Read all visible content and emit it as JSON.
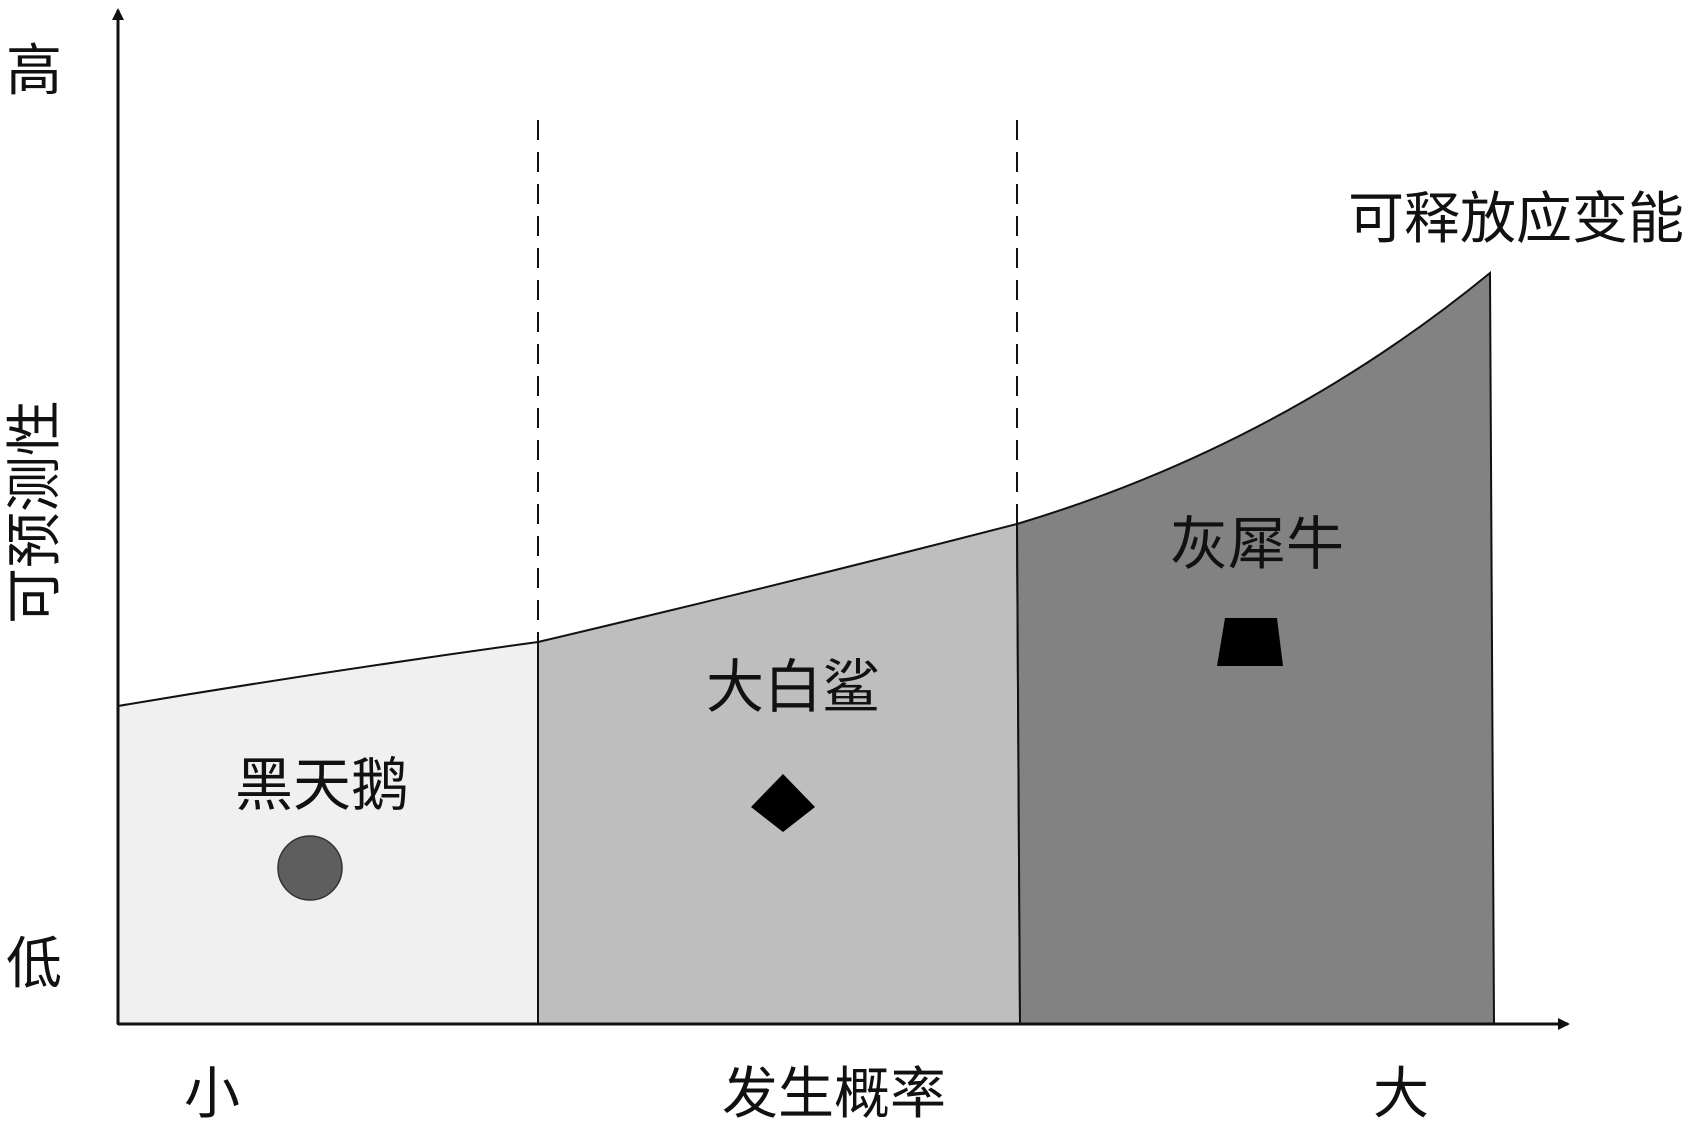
{
  "axes": {
    "y_label": "可预测性",
    "y_high": "高",
    "y_low": "低",
    "x_label": "发生概率",
    "x_small": "小",
    "x_large": "大"
  },
  "curve_label": "可释放应变能",
  "zones": [
    {
      "name": "黑天鹅",
      "fill": "#f0f0f0",
      "marker": "circle",
      "marker_color": "#5e5e5e"
    },
    {
      "name": "大白鲨",
      "fill": "#bebebe",
      "marker": "diamond",
      "marker_color": "#000000"
    },
    {
      "name": "灰犀牛",
      "fill": "#828282",
      "marker": "trapezoid",
      "marker_color": "#000000"
    }
  ],
  "colors": {
    "line": "#111111",
    "background": "#ffffff"
  }
}
